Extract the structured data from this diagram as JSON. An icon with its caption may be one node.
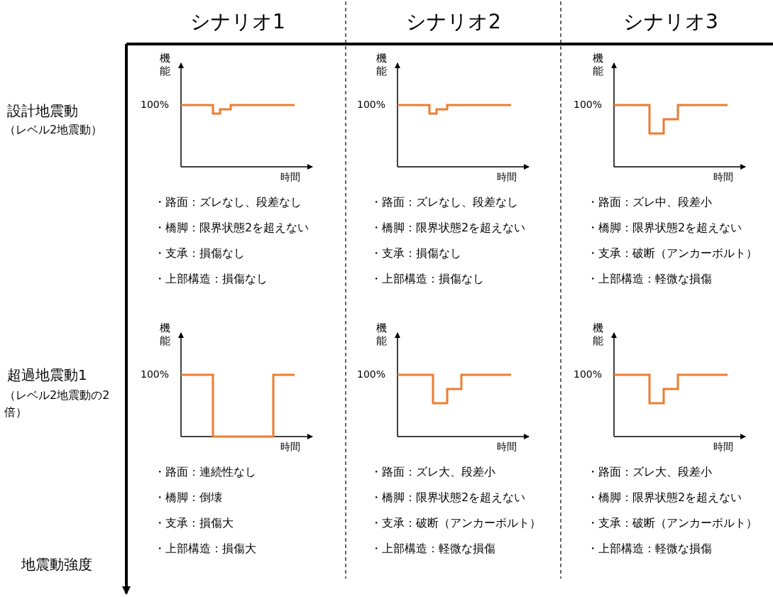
{
  "diagram": {
    "labels": [
      "シナリオ1",
      "シナリオ2",
      "シナリオ3",
      "設計地震動",
      "（レベル2地震動）",
      "機能",
      "100%",
      "時間",
      "・路面：ズレなし、段差なし",
      "・橋脚：限界状態2を超えない",
      "・支承：損傷なし",
      "・上部構造：損傷なし",
      "機能",
      "100%",
      "時間",
      "・路面：ズレなし、段差なし",
      "・橋脚：限界状態2を超えない",
      "・支承：損傷なし",
      "・上部構造：損傷なし",
      "機能",
      "100%",
      "時間",
      "・路面：ズレ中、段差小",
      "・橋脚：限界状態2を超えない",
      "・支承：破断（アンカーボルト）",
      "・上部構造：軽微な損傷",
      "超過地震動1",
      "（レベル2地震動の2倍）",
      "機能",
      "100%",
      "時間",
      "・路面：連続性なし",
      "・橋脚：倒壊",
      "・支承：損傷大",
      "・上部構造：損傷大",
      "機能",
      "100%",
      "時間",
      "・路面：ズレ大、段差小",
      "・橋脚：限界状態2を超えない",
      "・支承：破断（アンカーボルト）",
      "・上部構造：軽微な損傷",
      "機能",
      "100%",
      "時間",
      "・路面：ズレ大、段差小",
      "・橋脚：限界状態2を超えない",
      "・支承：破断（アンカーボルト）",
      "・上部構造：軽微な損傷",
      "地震動強度"
    ]
  }
}
